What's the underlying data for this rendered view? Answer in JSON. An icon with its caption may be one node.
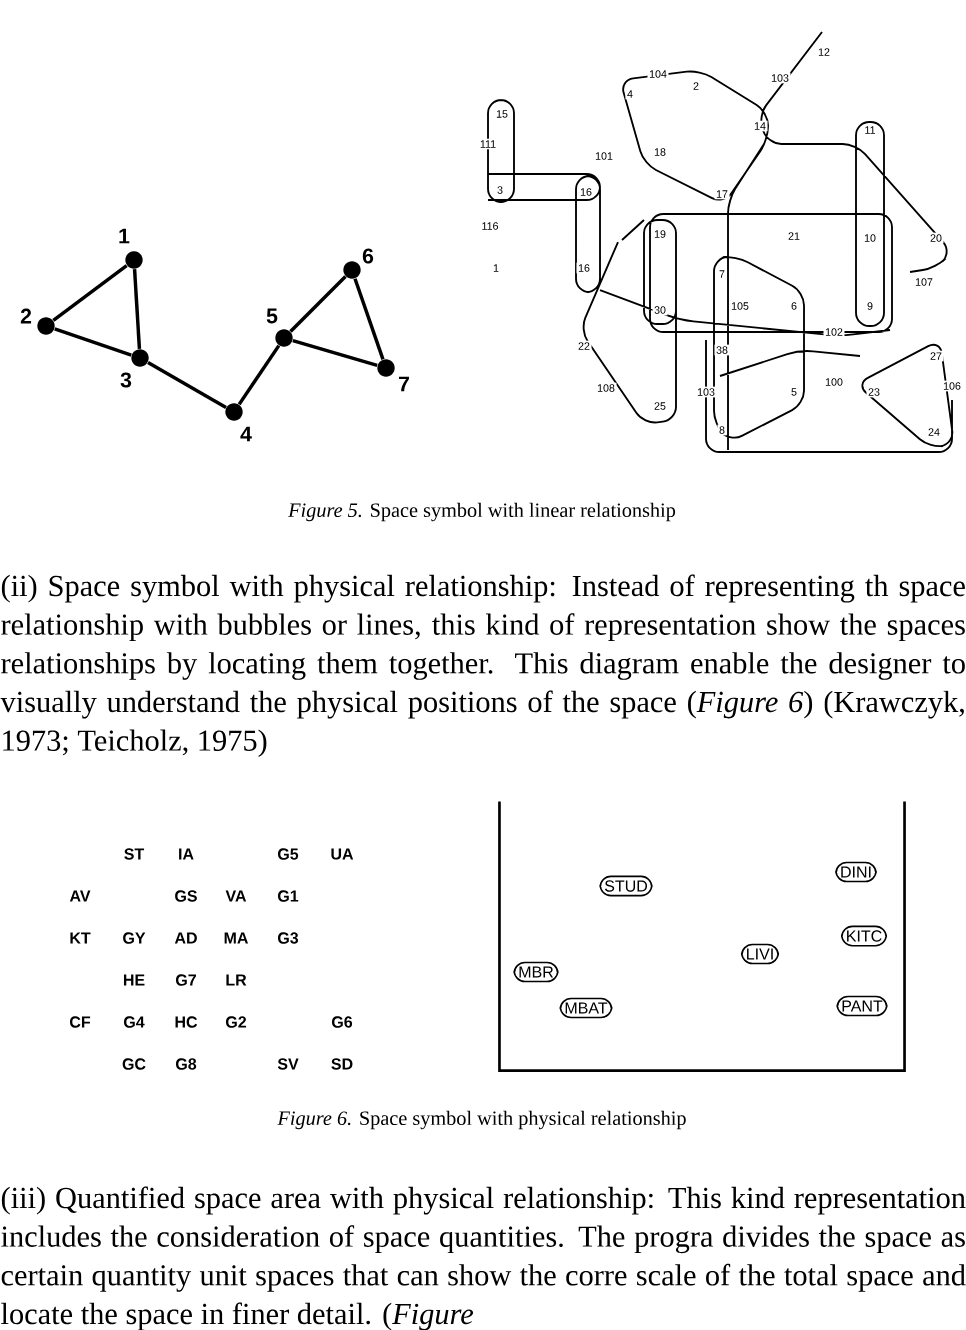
{
  "diagram": {
    "nodes": [
      {
        "text": [],
        "shape": "circle",
        "beside": [
          "1"
        ]
      },
      {
        "text": [],
        "shape": "circle",
        "beside": [
          "2"
        ]
      },
      {
        "text": [],
        "shape": "circle",
        "beside": [
          "3"
        ]
      },
      {
        "text": [],
        "shape": "circle",
        "beside": [
          "4"
        ]
      },
      {
        "text": [],
        "shape": "circle",
        "beside": [
          "5"
        ]
      },
      {
        "text": [],
        "shape": "circle",
        "beside": [
          "6"
        ]
      },
      {
        "text": [],
        "shape": "circle",
        "beside": [
          "7"
        ]
      },
      {
        "text": [],
        "shape": "box"
      },
      {
        "text": [
          "DINI"
        ],
        "in": 7
      },
      {
        "text": [
          "STUD"
        ],
        "in": 7
      },
      {
        "text": [
          "KITC"
        ],
        "in": 7
      },
      {
        "text": [
          "LIVI"
        ],
        "in": 7
      },
      {
        "text": [
          "MBR"
        ],
        "in": 7
      },
      {
        "text": [
          "PANT"
        ],
        "in": 7
      },
      {
        "text": [
          "MBAT"
        ],
        "in": 7
      }
    ],
    "edges": [
      {
        "from": 0,
        "to": 1,
        "arrow": "none"
      },
      {
        "from": 0,
        "to": 2,
        "arrow": "none"
      },
      {
        "from": 1,
        "to": 2,
        "arrow": "none"
      },
      {
        "from": 2,
        "to": 3,
        "arrow": "none"
      },
      {
        "from": 3,
        "to": 4,
        "arrow": "none"
      },
      {
        "from": 4,
        "to": 5,
        "arrow": "none"
      },
      {
        "from": 4,
        "to": 6,
        "arrow": "none"
      },
      {
        "from": 5,
        "to": 6,
        "arrow": "none"
      }
    ],
    "labels": [
      "12",
      "103",
      "104",
      "4",
      "2",
      "14",
      "11",
      "15",
      "111",
      "101",
      "18",
      "3",
      "16",
      "17",
      "116",
      "19",
      "21",
      "10",
      "20",
      "1",
      "16",
      "7",
      "107",
      "30",
      "105",
      "6",
      "9",
      "102",
      "22",
      "38",
      "100",
      "27",
      "108",
      "103",
      "5",
      "23",
      "106",
      "25",
      "8",
      "24",
      "*Figure 5.* Space symbol with linear relationship",
      "(ii) Space symbol with physical relationship: Instead of representing th space relationship with bubbles or lines, this kind of representation show the spaces relationships by locating them together. This diagram enable the designer to visually understand the physical positions of the space (*Figure 6*) (Krawczyk, 1973;  Teicholz, 1975)",
      "ST",
      "IA",
      "G5",
      "UA",
      "AV",
      "GS",
      "VA",
      "G1",
      "KT",
      "GY",
      "AD",
      "MA",
      "G3",
      "HE",
      "G7",
      "LR",
      "CF",
      "G4",
      "HC",
      "G2",
      "G6",
      "GC",
      "G8",
      "SV",
      "SD",
      "*Figure 6.* Space symbol with physical relationship",
      "(iii) Quantified space area with physical relationship: This kind representation includes the consideration of space quantities. The progra divides the space as certain quantity unit spaces that can show the corre scale of the total space and locate the space in finer detail. (*Figure*"
    ]
  }
}
